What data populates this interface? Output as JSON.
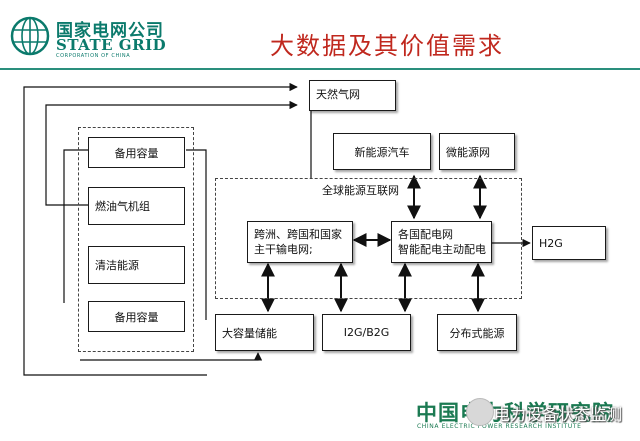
{
  "header": {
    "logo_cn": "国家电网公司",
    "logo_en": "STATE GRID",
    "logo_sub": "CORPORATION OF CHINA",
    "title": "大数据及其价值需求"
  },
  "diagram": {
    "left_group": {
      "items": [
        "备用容量",
        "燃油气机组",
        "清洁能源",
        "备用容量"
      ]
    },
    "top_nodes": {
      "natural_gas": "天然气网",
      "nev": "新能源汽车",
      "microgrid": "微能源网"
    },
    "global_interconnect": {
      "label": "全球能源互联网",
      "backbone": [
        "跨洲、跨国和国家",
        "主干输电网;"
      ],
      "distribution": [
        "各国配电网",
        "智能配电主动配电"
      ]
    },
    "h2g": "H2G",
    "bottom_nodes": {
      "storage": "大容量储能",
      "i2g": "I2G/B2G",
      "distributed": "分布式能源"
    }
  },
  "footer": {
    "institute_cn": "中国电力科学研究院",
    "institute_en": "CHINA ELECTRIC POWER RESEARCH INSTITUTE",
    "watermark": "电力设备状态监测"
  },
  "colors": {
    "title": "#c0281e",
    "brand_green": "#0b7a6c",
    "footer_green": "#1b7a52"
  }
}
